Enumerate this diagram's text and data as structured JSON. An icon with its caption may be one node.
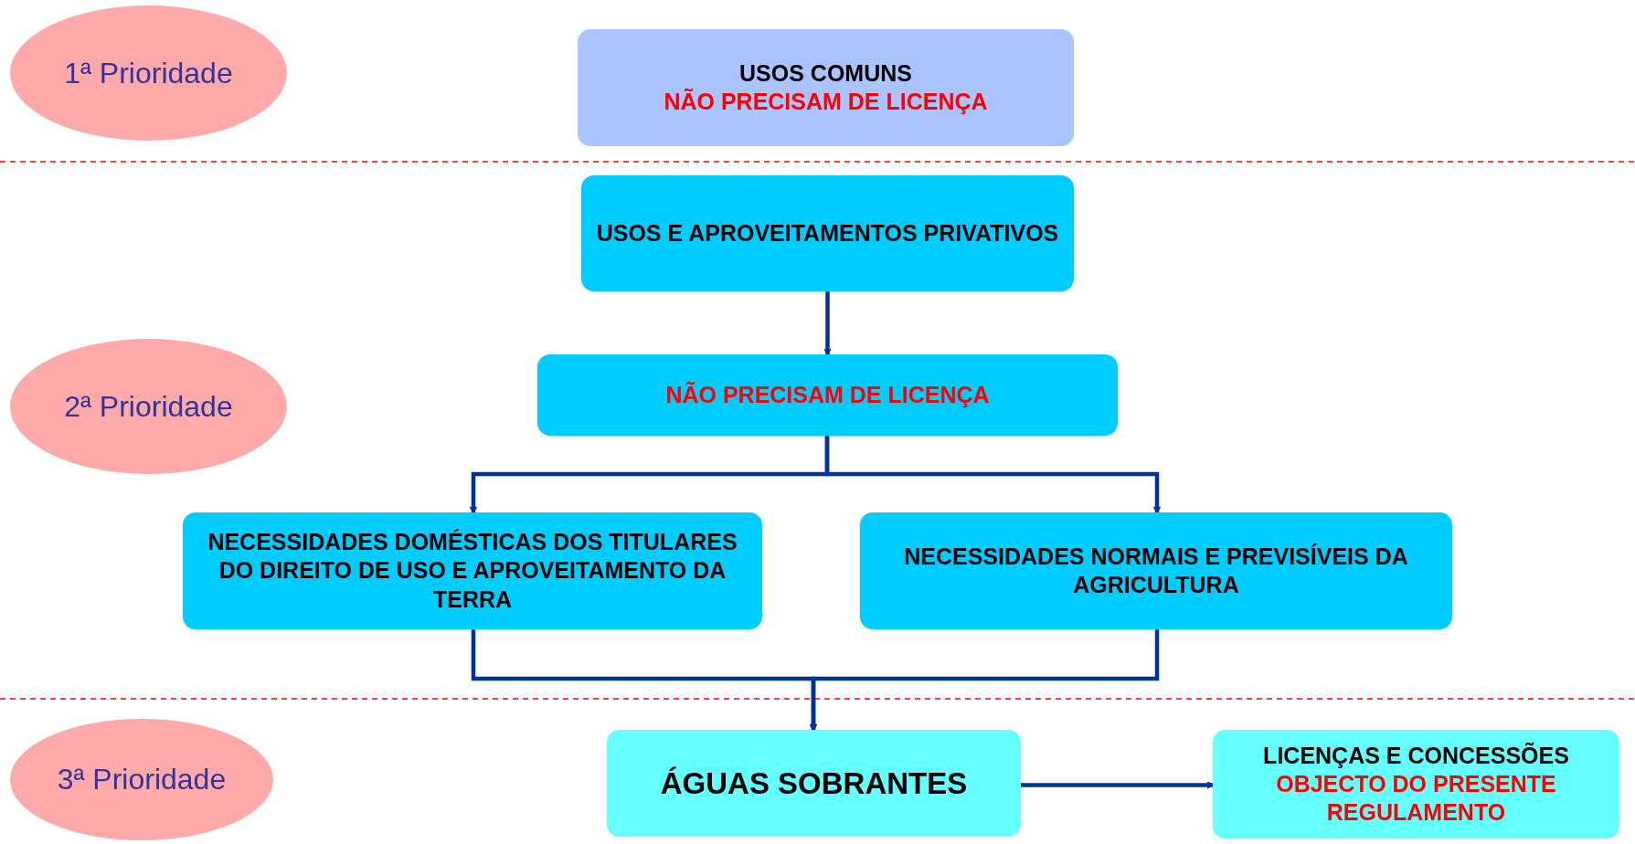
{
  "diagram": {
    "nodes": [
      {
        "text": [
          "1ª Prioridade"
        ]
      },
      {
        "text": [
          "USOS COMUNS",
          "NÃO PRECISAM DE LICENÇA"
        ]
      },
      {
        "text": [
          "USOS E APROVEITAMENTOS PRIVATIVOS"
        ]
      },
      {
        "text": [
          "NÃO PRECISAM DE LICENÇA"
        ]
      },
      {
        "text": [
          "2ª Prioridade"
        ]
      },
      {
        "text": [
          "NECESSIDADES DOMÉSTICAS DOS TITULARES DO DIREITO DE USO E APROVEITAMENTO DA TERRA"
        ]
      },
      {
        "text": [
          "NECESSIDADES NORMAIS E PREVISÍVEIS DA AGRICULTURA"
        ]
      },
      {
        "text": [
          "3ª Prioridade"
        ]
      },
      {
        "text": [
          "ÁGUAS SOBRANTES"
        ]
      },
      {
        "text": [
          "LICENÇAS E CONCESSÕES",
          "OBJECTO DO PRESENTE REGULAMENTO"
        ]
      }
    ],
    "edges": [
      {
        "from": 2,
        "to": 3,
        "arrow": "to"
      },
      {
        "from": 3,
        "to": 5,
        "arrow": "to"
      },
      {
        "from": 3,
        "to": 6,
        "arrow": "to"
      },
      {
        "from": 5,
        "to": 8,
        "arrow": "to"
      },
      {
        "from": 6,
        "to": 8,
        "arrow": "to"
      },
      {
        "from": 8,
        "to": 9,
        "arrow": "to"
      }
    ]
  }
}
